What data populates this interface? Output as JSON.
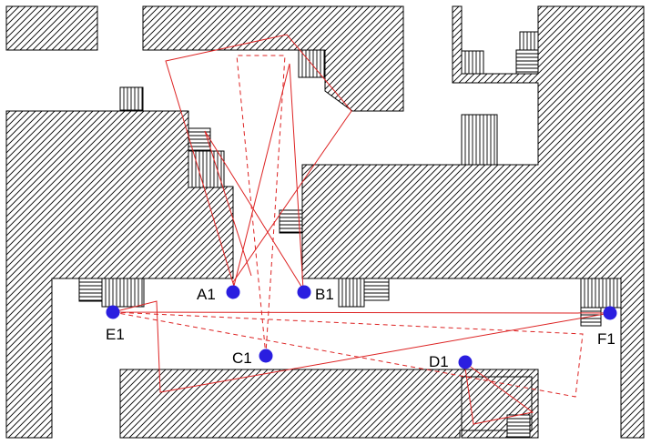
{
  "diagram": {
    "colors": {
      "background": "#ffffff",
      "wall_stroke": "#000000",
      "hatch": "#000000",
      "path": "#dd2222",
      "node": "#2a1ee0"
    },
    "nodes": [
      {
        "id": "A1",
        "label": "A1"
      },
      {
        "id": "B1",
        "label": "B1"
      },
      {
        "id": "C1",
        "label": "C1"
      },
      {
        "id": "D1",
        "label": "D1"
      },
      {
        "id": "E1",
        "label": "E1"
      },
      {
        "id": "F1",
        "label": "F1"
      }
    ]
  }
}
